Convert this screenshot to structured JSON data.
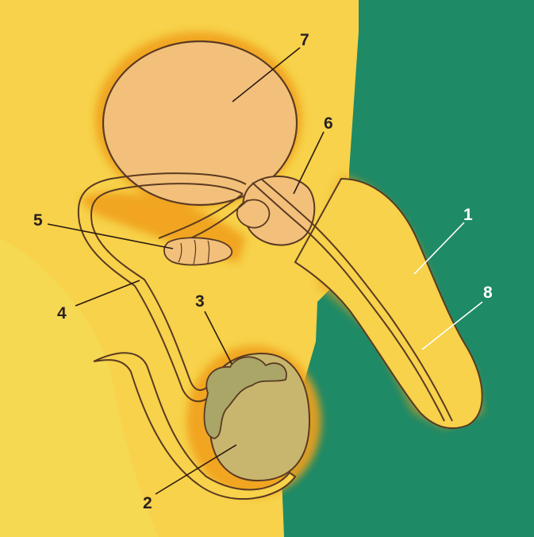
{
  "labels": {
    "1": "1",
    "2": "2",
    "3": "3",
    "4": "4",
    "5": "5",
    "6": "6",
    "7": "7",
    "8": "8"
  },
  "colors": {
    "yellow_background": "#f7d24a",
    "teal_background": "#1f8a66",
    "organ_fill": "#f2c07a",
    "orange_halo": "#f0a01e",
    "testis_fill": "#c8b66e",
    "outline": "#5a3a22"
  }
}
